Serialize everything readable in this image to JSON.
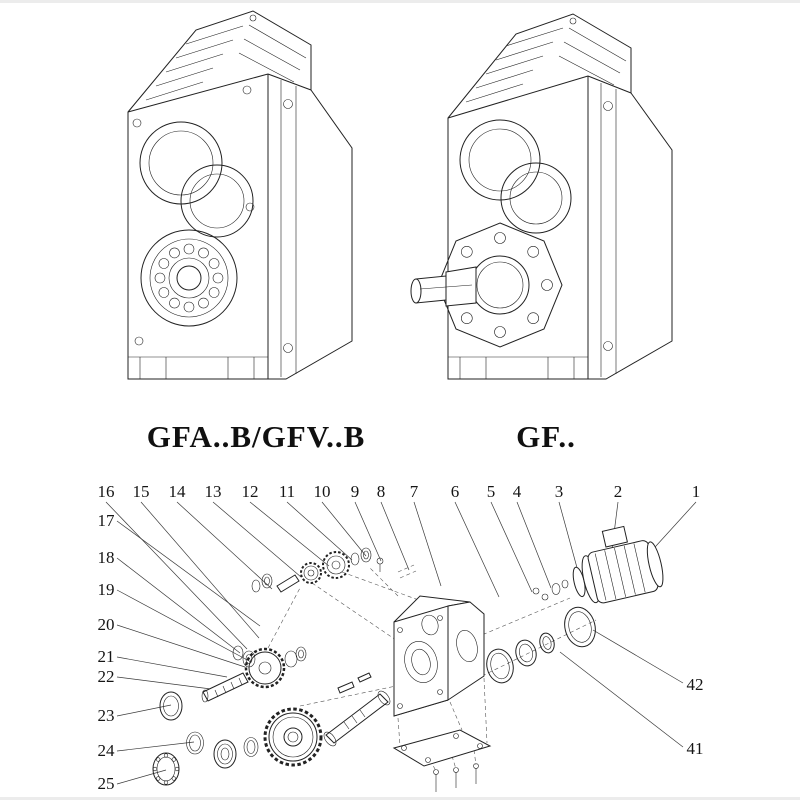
{
  "colors": {
    "background": "#ffffff",
    "line": "#222222"
  },
  "products": [
    {
      "label": "GFA..B/GFV..B"
    },
    {
      "label": "GF.."
    }
  ],
  "exploded": {
    "top": [
      "16",
      "15",
      "14",
      "13",
      "12",
      "11",
      "10",
      "9",
      "8",
      "7",
      "6",
      "5",
      "4",
      "3",
      "2",
      "1"
    ],
    "left": [
      "17",
      "18",
      "19",
      "20",
      "21",
      "22",
      "23",
      "24",
      "25"
    ],
    "right": [
      "42",
      "41"
    ]
  }
}
